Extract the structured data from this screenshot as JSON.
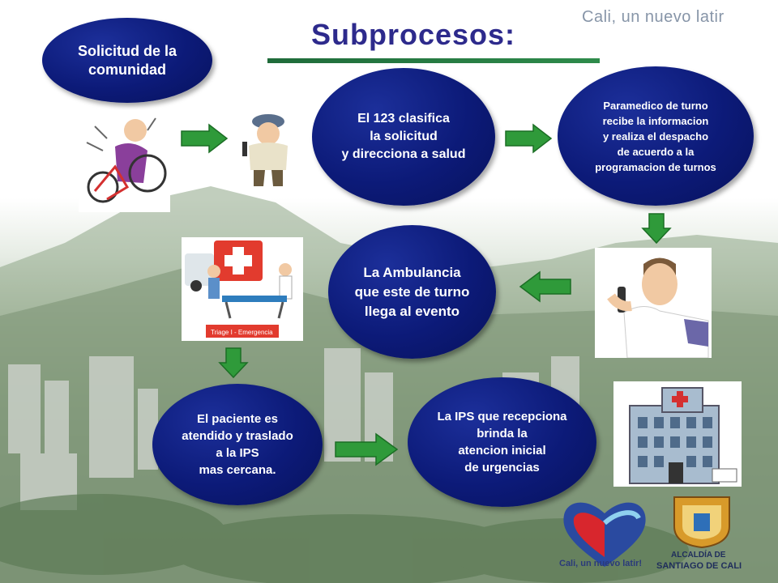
{
  "header": {
    "title": "Subprocesos:",
    "brand_tagline": "Cali, un nuevo latir"
  },
  "flow": {
    "step1": "Solicitud de la\ncomunidad",
    "step2": "El  123  clasifica\nla solicitud\ny  direcciona a salud",
    "step3": "Paramedico de turno\nrecibe  la  informacion\ny realiza el despacho\nde acuerdo a la\nprogramacion de  turnos",
    "step4": "La  Ambulancia\nque este de turno\nllega al evento",
    "step5": "El paciente es\natendido y traslado\na la IPS\nmas cercana.",
    "step6": "La IPS  que recepciona\nbrinda la\natencion inicial\nde urgencias"
  },
  "illustrations": {
    "ambulance_caption": "Triage I - Emergencia"
  },
  "footer": {
    "logo1_text": "Cali, un nuevo latir!",
    "logo2_line1": "ALCALDÍA DE",
    "logo2_line2": "SANTIAGO DE CALI"
  },
  "colors": {
    "oval": "#0c1a78",
    "arrow": "#2f9a3a",
    "title": "#2d2a8c",
    "title_bar": "#1f6b3a"
  }
}
